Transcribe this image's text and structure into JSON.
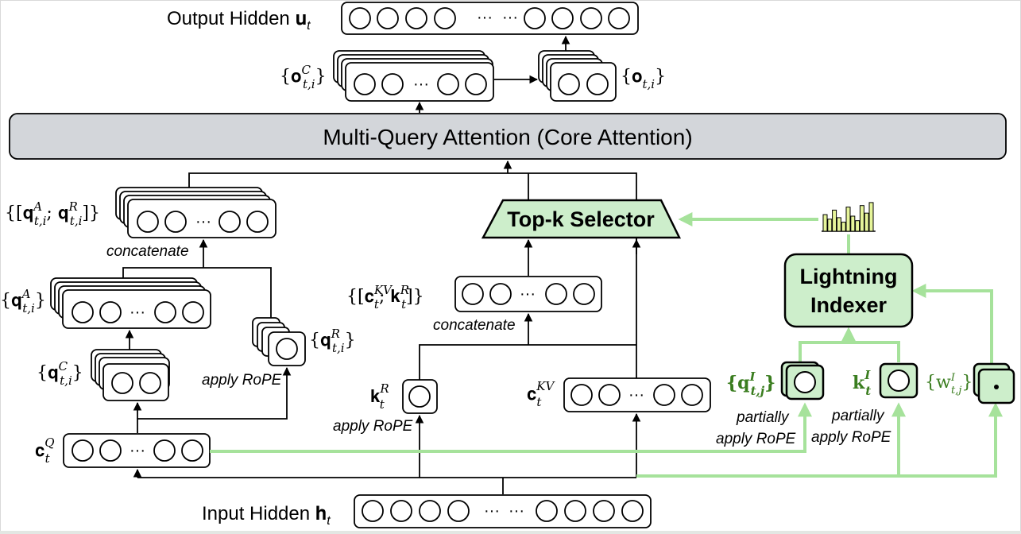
{
  "colors": {
    "accent_green": "#a6e29b",
    "module_green": "#cdeecb",
    "attention_gray": "#d3d6da",
    "label_green": "#3a7d1f"
  },
  "labels": {
    "output_hidden": "Output Hidden 𝐮",
    "output_hidden_sub": "t",
    "input_hidden": "Input Hidden 𝐡",
    "input_hidden_sub": "t",
    "mqa": "Multi-Query Attention (Core Attention)",
    "top_k": "Top-k Selector",
    "lightning_line1": "Lightning",
    "lightning_line2": "Indexer",
    "ellipsis": "···",
    "concatenate": "concatenate",
    "apply_rope": "apply RoPE",
    "partially": "partially",
    "o_c": "{𝐨",
    "o_c_sup": "C",
    "o_c_sub": "t,i",
    "o_c_end": "}",
    "o": "{𝐨",
    "o_sub": "t,i",
    "o_end": "}",
    "q_ar": "{[𝐪",
    "q_ar_sup1": "A",
    "q_ar_sub1": "t,i",
    "q_ar_mid": "; 𝐪",
    "q_ar_sup2": "R",
    "q_ar_sub2": "t,i",
    "q_ar_end": "]}",
    "q_a": "{𝐪",
    "q_a_sup": "A",
    "q_a_sub": "t,i",
    "q_a_end": "}",
    "q_c": "{𝐪",
    "q_c_sup": "C",
    "q_c_sub": "t,i",
    "q_c_end": "}",
    "q_r": "{𝐪",
    "q_r_sup": "R",
    "q_r_sub": "t,i",
    "q_r_end": "}",
    "c_q": "𝐜",
    "c_q_sup": "Q",
    "c_q_sub": "t",
    "ckv_kr": "{[𝐜",
    "ckv_kr_sup1": "KV",
    "ckv_kr_sub1": "t",
    "ckv_kr_mid": "; 𝐤",
    "ckv_kr_sup2": "R",
    "ckv_kr_sub2": "t",
    "ckv_kr_end": "]}",
    "k_r": "𝐤",
    "k_r_sup": "R",
    "k_r_sub": "t",
    "c_kv": "𝐜",
    "c_kv_sup": "KV",
    "c_kv_sub": "t",
    "q_i": "{𝐪",
    "q_i_sup": "I",
    "q_i_sub": "t,j",
    "q_i_end": "}",
    "k_i": "𝐤",
    "k_i_sup": "I",
    "k_i_sub": "t",
    "w_i": "{w",
    "w_i_sup": "I",
    "w_i_sub": "t,j",
    "w_i_end": "}"
  },
  "icons": {
    "histogram": "histogram-icon",
    "dot": "dot-icon"
  },
  "histogram_levels": [
    0.55,
    0.4,
    0.7,
    0.45,
    0.3,
    0.8,
    0.5,
    0.35,
    0.85,
    0.6,
    0.95
  ]
}
